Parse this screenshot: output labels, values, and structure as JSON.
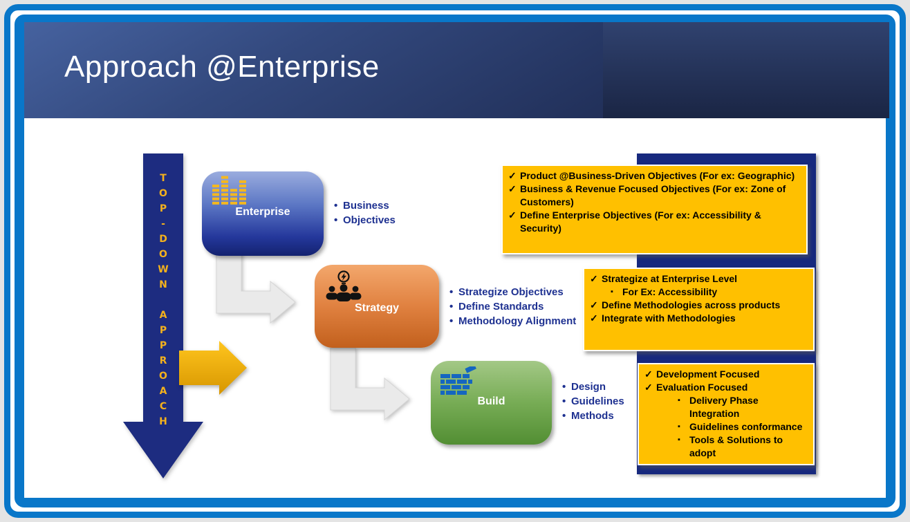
{
  "slide": {
    "title": "Approach @Enterprise"
  },
  "glyphs": {
    "bullet": "•",
    "check": "✓",
    "square": "▪"
  },
  "topdown": {
    "label": "TOP-DOWN APPROACH"
  },
  "stages": [
    {
      "name": "Enterprise",
      "icon": "equalizer-bars-icon",
      "bullets": [
        "Business",
        "Objectives"
      ]
    },
    {
      "name": "Strategy",
      "icon": "team-idea-icon",
      "bullets": [
        "Strategize Objectives",
        "Define Standards",
        "Methodology Alignment"
      ]
    },
    {
      "name": "Build",
      "icon": "brick-wall-icon",
      "bullets": [
        "Design",
        "Guidelines",
        "Methods"
      ]
    }
  ],
  "callouts": [
    {
      "items": [
        {
          "level": 1,
          "text": "Product @Business-Driven Objectives  (For ex: Geographic)"
        },
        {
          "level": 1,
          "text": "Business & Revenue Focused Objectives (For ex: Zone of Customers)"
        },
        {
          "level": 1,
          "text": "Define Enterprise Objectives (For ex: Accessibility & Security)"
        }
      ]
    },
    {
      "items": [
        {
          "level": 1,
          "text": "Strategize at Enterprise Level"
        },
        {
          "level": 2,
          "text": "For Ex: Accessibility"
        },
        {
          "level": 1,
          "text": "Define Methodologies across products"
        },
        {
          "level": 1,
          "text": "Integrate with Methodologies"
        }
      ]
    },
    {
      "items": [
        {
          "level": 1,
          "text": "Development Focused"
        },
        {
          "level": 1,
          "text": "Evaluation Focused"
        },
        {
          "level": 2,
          "text": "Delivery Phase Integration"
        },
        {
          "level": 2,
          "text": "Guidelines conformance"
        },
        {
          "level": 2,
          "text": "Tools & Solutions to adopt"
        }
      ]
    }
  ],
  "colors": {
    "frame_blue": "#0977C9",
    "banner_dark_navy": "#1B2747",
    "gold": "#FFC000",
    "spine_navy": "#17297E",
    "topdown_navy": "#1D2C80",
    "topdown_letters_gold": "#F3B11D",
    "stage_enterprise_blue": "#24379B",
    "stage_strategy_orange": "#D9772F",
    "stage_build_green": "#5E9A3C",
    "bullet_text_navy": "#1E3191",
    "connector_gray": "#EAEAEA"
  }
}
